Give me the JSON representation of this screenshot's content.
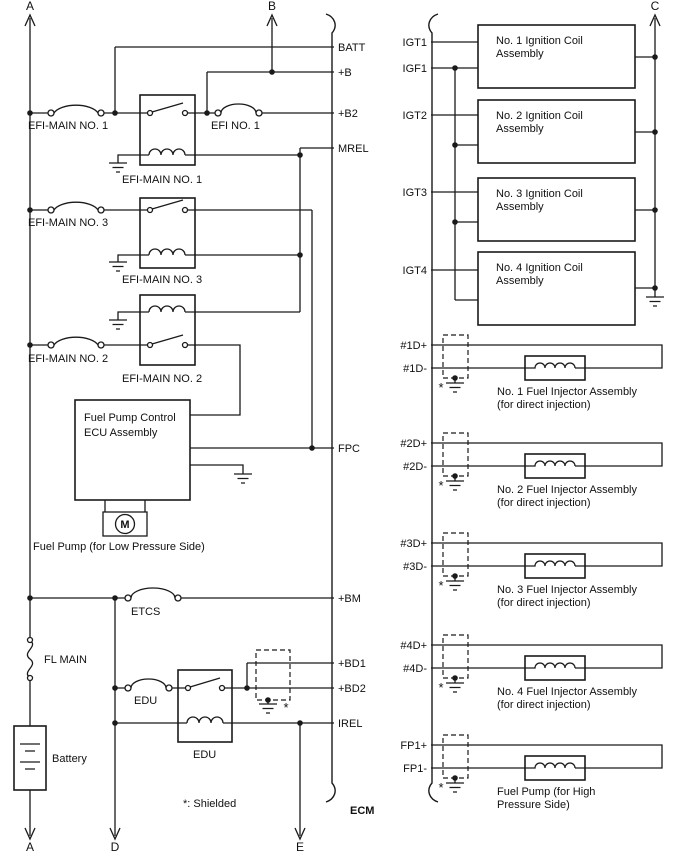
{
  "colors": {
    "line": "#1a1a1a",
    "background": "#ffffff"
  },
  "markers": {
    "top": [
      "A",
      "B",
      "C"
    ],
    "bottom": [
      "A",
      "D",
      "E"
    ]
  },
  "ecm": {
    "label": "ECM",
    "left_pins": [
      "BATT",
      "+B",
      "+B2",
      "MREL",
      "FPC",
      "+BM",
      "+BD1",
      "+BD2",
      "IREL"
    ],
    "right_pins": [
      "IGT1",
      "IGF1",
      "IGT2",
      "IGT3",
      "IGT4",
      "#1D+",
      "#1D-",
      "#2D+",
      "#2D-",
      "#3D+",
      "#3D-",
      "#4D+",
      "#4D-",
      "FP1+",
      "FP1-"
    ]
  },
  "left": {
    "fuses": {
      "efi_main_1": "EFI-MAIN NO. 1",
      "efi_1": "EFI NO. 1",
      "efi_main_3": "EFI-MAIN NO. 3",
      "efi_main_2": "EFI-MAIN NO. 2",
      "etcs": "ETCS",
      "edu": "EDU"
    },
    "relays": {
      "efi_main_1": "EFI-MAIN NO. 1",
      "efi_main_3": "EFI-MAIN NO. 3",
      "efi_main_2": "EFI-MAIN NO. 2",
      "edu": "EDU"
    },
    "fl_main": "FL MAIN",
    "battery": "Battery",
    "pump_ecu_line1": "Fuel Pump Control",
    "pump_ecu_line2": "ECU Assembly",
    "pump_low_label": "Fuel Pump (for Low Pressure Side)",
    "motor": "M"
  },
  "right": {
    "coils": [
      {
        "l1": "No. 1 Ignition Coil",
        "l2": "Assembly"
      },
      {
        "l1": "No. 2 Ignition Coil",
        "l2": "Assembly"
      },
      {
        "l1": "No. 3 Ignition Coil",
        "l2": "Assembly"
      },
      {
        "l1": "No. 4 Ignition Coil",
        "l2": "Assembly"
      }
    ],
    "injectors": [
      {
        "l1": "No. 1 Fuel Injector Assembly",
        "l2": "(for direct injection)"
      },
      {
        "l1": "No. 2 Fuel Injector Assembly",
        "l2": "(for direct injection)"
      },
      {
        "l1": "No. 3 Fuel Injector Assembly",
        "l2": "(for direct injection)"
      },
      {
        "l1": "No. 4 Fuel Injector Assembly",
        "l2": "(for direct injection)"
      }
    ],
    "hp_pump_line1": "Fuel Pump (for High",
    "hp_pump_line2": "Pressure Side)"
  },
  "notes": {
    "shielded": "*: Shielded",
    "asterisk": "*"
  }
}
